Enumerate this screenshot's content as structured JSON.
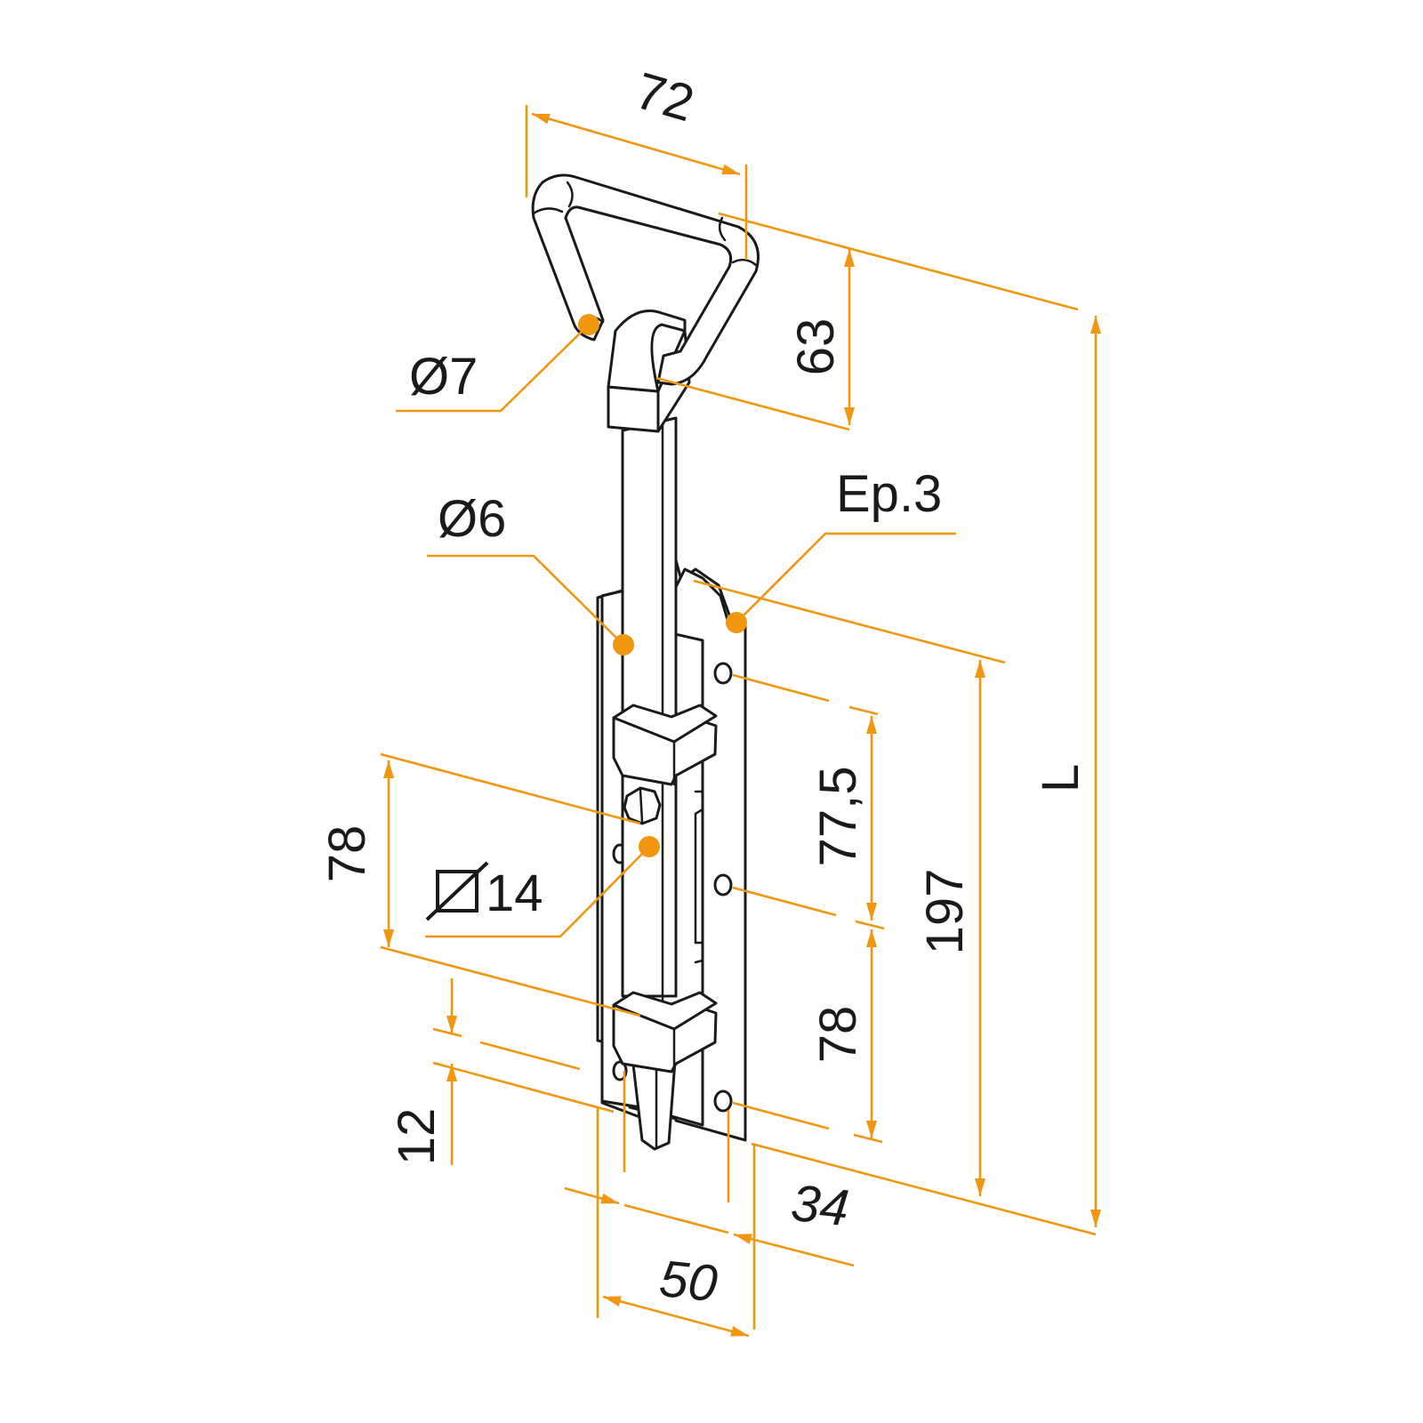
{
  "colors": {
    "dimension": "#f0960f",
    "outline": "#1a1a1a",
    "background": "#ffffff"
  },
  "dimensions": {
    "handle_width": "72",
    "handle_height": "63",
    "handle_rod_diameter": "Ø7",
    "bolt_diameter": "Ø6",
    "plate_thickness": "Ep.3",
    "hole_spacing_upper": "77,5",
    "hole_spacing_lower": "78",
    "plate_length": "197",
    "total_length": "L",
    "guide_spacing": "78",
    "knob_size": "14",
    "tip_offset": "12",
    "plate_width": "50",
    "hole_offset": "34"
  }
}
